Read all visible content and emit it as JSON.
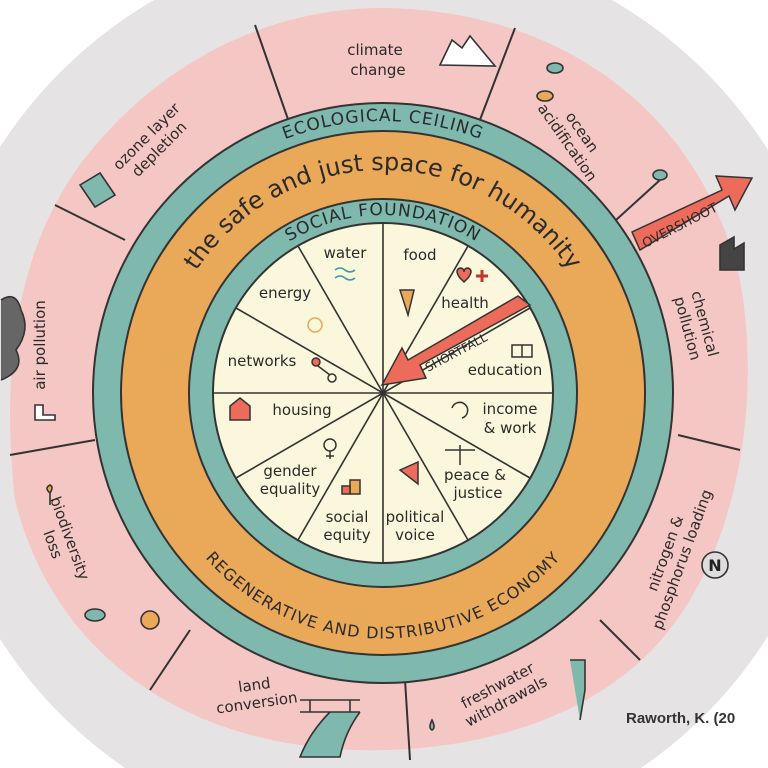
{
  "colors": {
    "background": "#e6e3e4",
    "pink": "#f4c6c4",
    "teal": "#7fb9ae",
    "orange": "#eaa859",
    "cream": "#fbf7dc",
    "arrow": "#ec6b5b"
  },
  "rings": {
    "ecological_ceiling": "ECOLOGICAL CEILING",
    "safe_space": "the safe and just space for humanity",
    "social_foundation": "SOCIAL FOUNDATION",
    "economy": "REGENERATIVE AND DISTRIBUTIVE ECONOMY"
  },
  "arrows": {
    "overshoot": "OVERSHOOT",
    "shortfall": "SHORTFALL"
  },
  "social_foundation": [
    {
      "line1": "water",
      "line2": ""
    },
    {
      "line1": "food",
      "line2": ""
    },
    {
      "line1": "health",
      "line2": ""
    },
    {
      "line1": "education",
      "line2": ""
    },
    {
      "line1": "income",
      "line2": "& work"
    },
    {
      "line1": "peace &",
      "line2": "justice"
    },
    {
      "line1": "political",
      "line2": "voice"
    },
    {
      "line1": "social",
      "line2": "equity"
    },
    {
      "line1": "gender",
      "line2": "equality"
    },
    {
      "line1": "housing",
      "line2": ""
    },
    {
      "line1": "networks",
      "line2": ""
    },
    {
      "line1": "energy",
      "line2": ""
    }
  ],
  "ecological_ceiling": [
    {
      "line1": "climate",
      "line2": "change"
    },
    {
      "line1": "ocean",
      "line2": "acidification"
    },
    {
      "line1": "chemical",
      "line2": "pollution"
    },
    {
      "line1": "nitrogen &",
      "line2": "phosphorus loading"
    },
    {
      "line1": "freshwater",
      "line2": "withdrawals"
    },
    {
      "line1": "land",
      "line2": "conversion"
    },
    {
      "line1": "biodiversity",
      "line2": "loss"
    },
    {
      "line1": "air pollution",
      "line2": ""
    },
    {
      "line1": "ozone layer",
      "line2": "depletion"
    }
  ],
  "credit": "Raworth, K. (20"
}
